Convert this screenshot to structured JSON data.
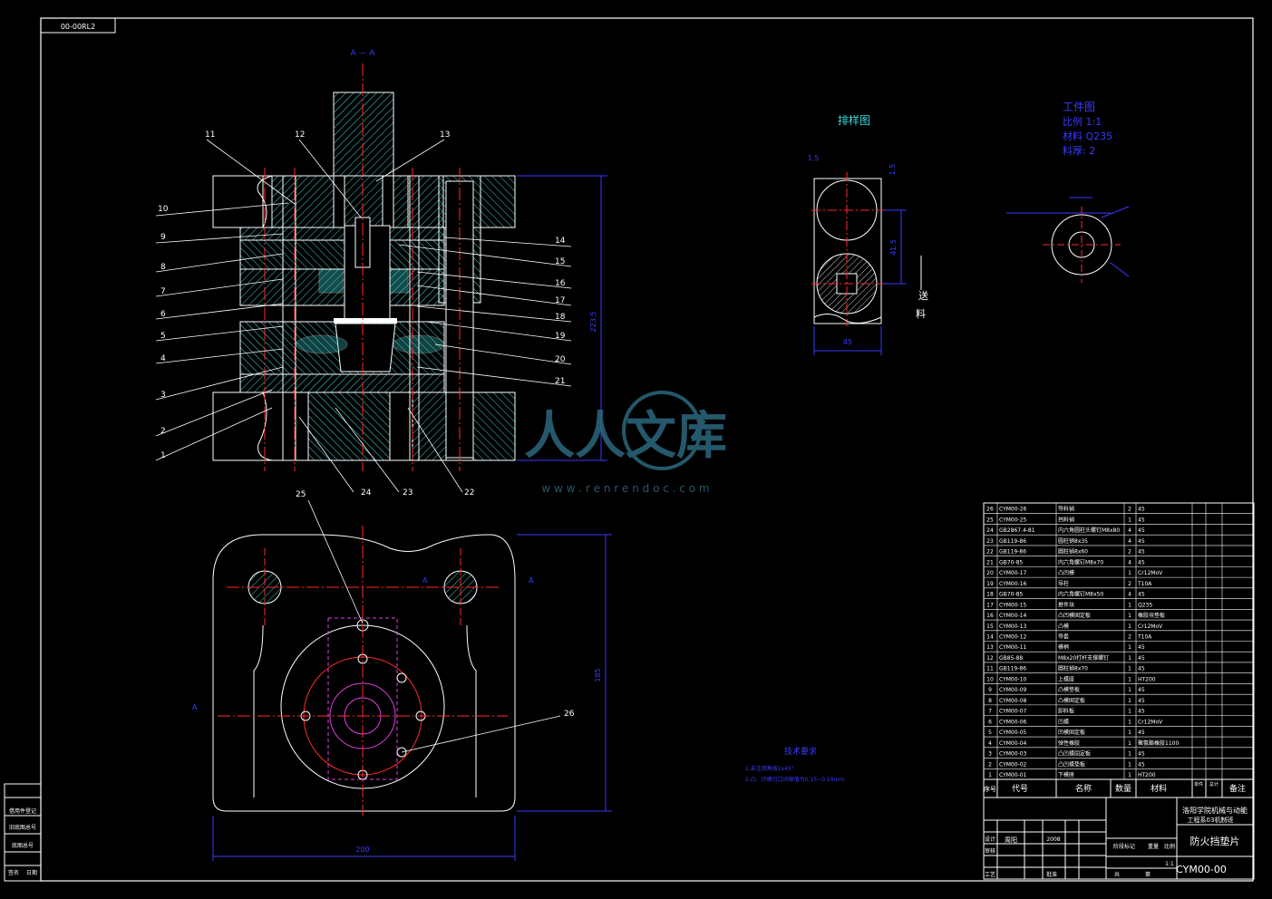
{
  "title_block": {
    "drawing_tag": "00-00RL2",
    "university_line1": "洛阳学院机械与动能",
    "university_line2": "工程系03机制班",
    "part_name": "防火挡垫片",
    "drawing_no": "CYM00-00",
    "scale": "1:1"
  },
  "section_label": "A — A",
  "view_a_marker": "A",
  "strip_layout": {
    "title": "排样图",
    "dim_top": "1.5",
    "dim_right": "1.5",
    "dim_pitch": "41.5",
    "dim_width": "45",
    "feed_label_1": "送",
    "feed_label_2": "料"
  },
  "workpiece": {
    "title": "工件图",
    "scale_line": "比例 1:1",
    "material_line": "材料 Q235",
    "thickness_line": "料厚: 2"
  },
  "overall_dims": {
    "height": "223.5",
    "plan_width": "200",
    "plan_depth": "185"
  },
  "tech_requirements": {
    "title": "技术要求",
    "line1": "1.未注倒角按1x45°.",
    "line2": "2.凸、凹模刃口间隙值为0.15~0.19mm."
  },
  "callouts_left": [
    "11",
    "12",
    "13",
    "10",
    "9",
    "8",
    "7",
    "6",
    "5",
    "4",
    "3",
    "2",
    "1"
  ],
  "callouts_right": [
    "14",
    "15",
    "16",
    "17",
    "18",
    "19",
    "20",
    "21"
  ],
  "callouts_bottom": [
    "24",
    "23",
    "22"
  ],
  "callout_plan_1": "25",
  "callout_plan_2": "26",
  "watermark": {
    "brand": "人人文库",
    "url": "w w w . r e n r e n d o c . c o m"
  },
  "bom_header": [
    "序号",
    "代号",
    "名称",
    "数量",
    "材料",
    "单件",
    "总计",
    "备注"
  ],
  "bom": [
    [
      "26",
      "CYM00-26",
      "导料销",
      "2",
      "45"
    ],
    [
      "25",
      "CYM00-25",
      "挡料销",
      "1",
      "45"
    ],
    [
      "24",
      "GB2867.4-81",
      "内六角圆柱头螺钉M8x80",
      "4",
      "45"
    ],
    [
      "23",
      "GB119-86",
      "圆柱销8x35",
      "4",
      "45"
    ],
    [
      "22",
      "GB119-86",
      "圆柱销8x60",
      "2",
      "45"
    ],
    [
      "21",
      "GB70-85",
      "内六角螺钉M8x70",
      "4",
      "45"
    ],
    [
      "20",
      "CYM00-17",
      "凸凹模",
      "1",
      "Cr12MoV"
    ],
    [
      "19",
      "CYM00-16",
      "导柱",
      "2",
      "T10A"
    ],
    [
      "18",
      "GB70-85",
      "内六角螺钉M8x50",
      "4",
      "45"
    ],
    [
      "17",
      "CYM00-15",
      "推件块",
      "1",
      "Q235"
    ],
    [
      "16",
      "CYM00-14",
      "凸凹模固定板",
      "1",
      "橡胶块垫板"
    ],
    [
      "15",
      "CYM00-13",
      "凸模",
      "1",
      "Cr12MoV"
    ],
    [
      "14",
      "CYM00-12",
      "导套",
      "2",
      "T10A"
    ],
    [
      "13",
      "CYM00-11",
      "模柄",
      "1",
      "45"
    ],
    [
      "12",
      "GB85-88",
      "M8x20打杆支撑螺钉",
      "1",
      "45"
    ],
    [
      "11",
      "GB119-86",
      "圆柱销8x70",
      "1",
      "45"
    ],
    [
      "10",
      "CYM00-10",
      "上模座",
      "1",
      "HT200"
    ],
    [
      "9",
      "CYM00-09",
      "凸模垫板",
      "1",
      "45"
    ],
    [
      "8",
      "CYM00-08",
      "凸模固定板",
      "1",
      "45"
    ],
    [
      "7",
      "CYM00-07",
      "卸料板",
      "1",
      "45"
    ],
    [
      "6",
      "CYM00-06",
      "凹模",
      "1",
      "Cr12MoV"
    ],
    [
      "5",
      "CYM00-05",
      "凹模固定板",
      "1",
      "45"
    ],
    [
      "4",
      "CYM00-04",
      "弹性橡胶",
      "1",
      "聚氨酯橡胶1100"
    ],
    [
      "3",
      "CYM00-03",
      "凸凹模固定板",
      "1",
      "45"
    ],
    [
      "2",
      "CYM00-02",
      "凸凹模垫板",
      "1",
      "45"
    ],
    [
      "1",
      "CYM00-01",
      "下模座",
      "1",
      "HT200"
    ]
  ],
  "signoff": {
    "design": "设计",
    "check": "审核",
    "craft": "工艺",
    "approve": "批准",
    "stage": "阶段标记",
    "weight": "重量",
    "ratio": "比例",
    "sheets": "共",
    "sheet": "第",
    "designer": "周阳",
    "date": "2008"
  },
  "left_strip": [
    "借用件登记",
    "旧底图总号",
    "底图总号",
    "签名",
    "日期"
  ],
  "colors": {
    "outline": "#ffffff",
    "section_line": "#ff2a2a",
    "hatch": "#3fd6d6",
    "dimension": "#3a3aff",
    "callout_text": "#ffffff",
    "magenta": "#e040e0",
    "watermark": "#2e6f86"
  }
}
